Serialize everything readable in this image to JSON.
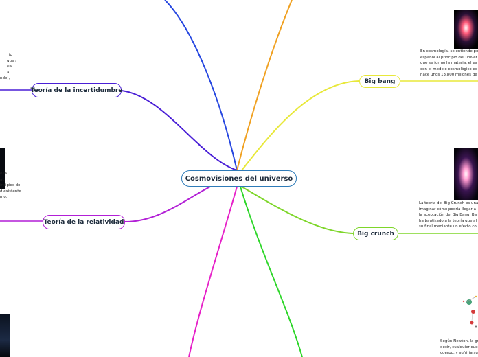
{
  "central": {
    "label": "Cosmovisiones del universo"
  },
  "topics": {
    "incertidumbre": {
      "label": "Teoría de la incertidumbre",
      "color": "#4a1fd6",
      "text": [
        "io",
        "que si",
        "(la",
        "a",
        "nde),"
      ]
    },
    "relatividad": {
      "label": "Teoría de la relatividad",
      "color": "#b21fd6",
      "text": [
        "e la",
        "al,",
        "incipios del",
        "d existente",
        "mo."
      ]
    },
    "bigbang": {
      "label": "Big bang",
      "color": "#e8e83a",
      "text": [
        "En cosmología, se entiende po",
        "español al principio del univer",
        "que se formó la materia, el es",
        "con el modelo cosmológico es",
        "hace unos 13.800 millones de"
      ]
    },
    "bigcrunch": {
      "label": "Big crunch",
      "color": "#7ed62a",
      "text": [
        "La teoría del Big Crunch es una",
        "imaginar cómo podría llegar a",
        "la aceptación del Big Bang. Baj",
        "ha bautizado a la teoría que af",
        "su final mediante un efecto co"
      ]
    },
    "newton": {
      "text": [
        "Según Newton, la gr",
        "decir, cualquier cuer",
        "cuerpo, y sufriría su"
      ]
    }
  },
  "colors": {
    "central_border": "#2e7bb8",
    "blue_branch": "#2546e0",
    "orange_branch": "#f0a020",
    "magenta_branch": "#e620c8",
    "green_branch": "#2ed62a"
  }
}
